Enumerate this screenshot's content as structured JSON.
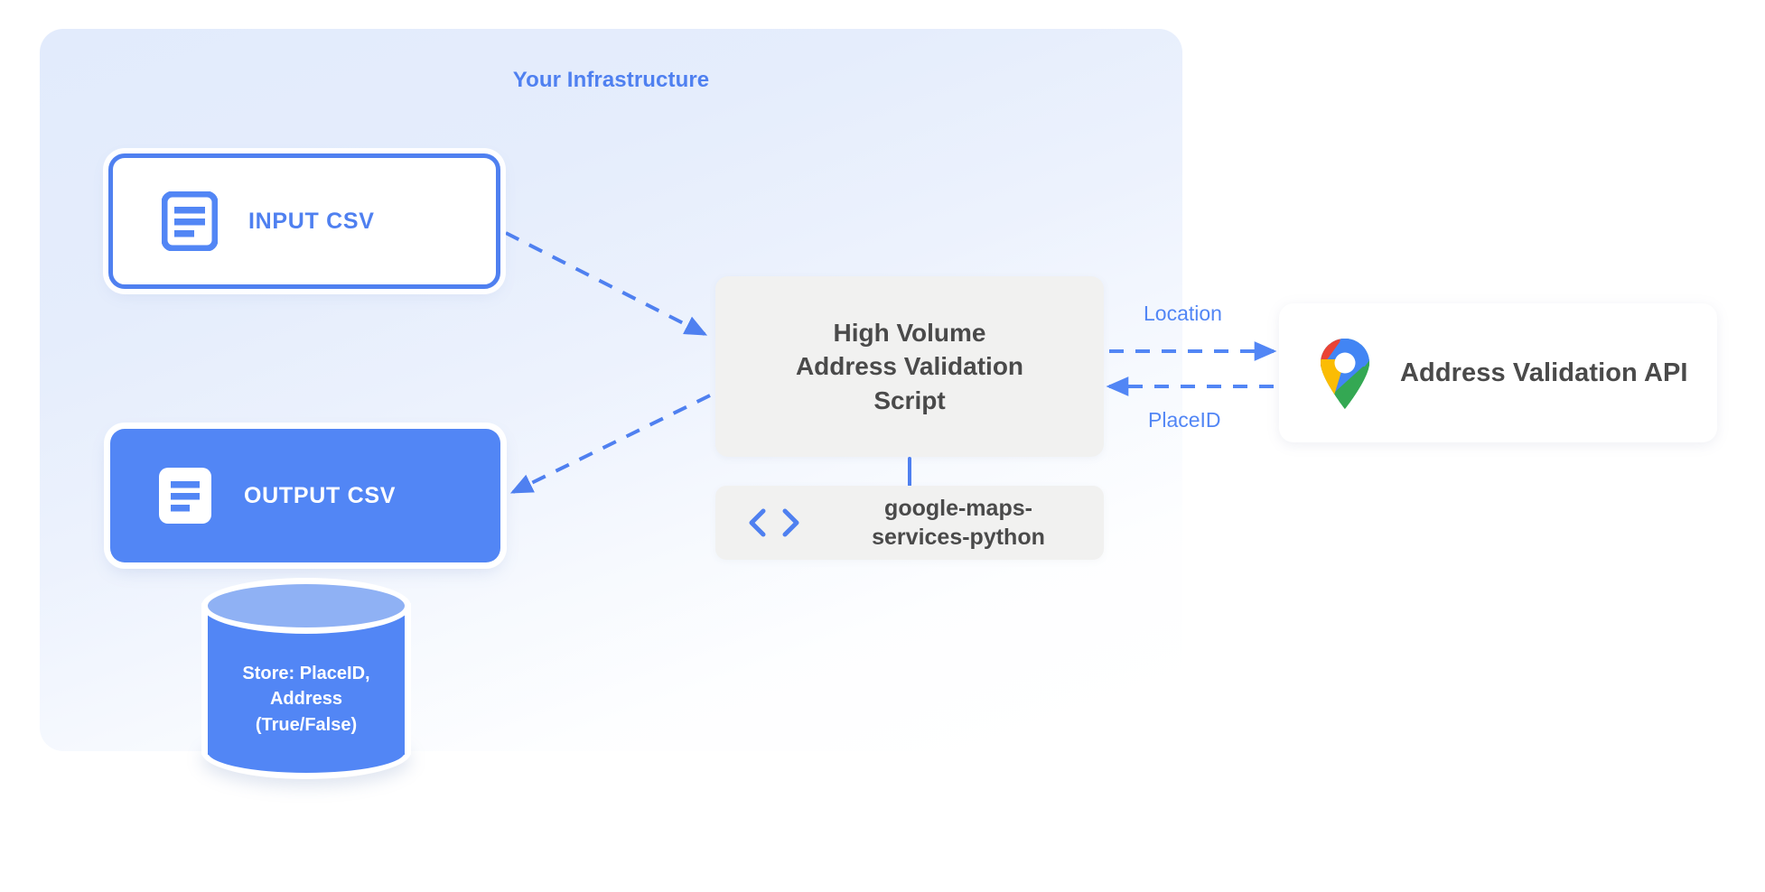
{
  "panel": {
    "title": "Your Infrastructure",
    "accent_color": "#4f80f0",
    "background_tint": "#e2ebfc"
  },
  "nodes": {
    "input_csv": {
      "label": "INPUT CSV",
      "icon": "document-icon",
      "border_color": "#4f80f0",
      "fill_color": "#ffffff",
      "text_color": "#4f80f0"
    },
    "output_csv": {
      "label": "OUTPUT CSV",
      "icon": "document-icon",
      "fill_color": "#5286f5",
      "text_color": "#ffffff"
    },
    "script": {
      "lines": [
        "High Volume",
        "Address Validation",
        "Script"
      ],
      "fill_color": "#f1f1f0",
      "text_color": "#4a4a4a"
    },
    "library": {
      "label": "google-maps-services-python",
      "line1": "google-maps-",
      "line2": "services-python",
      "icon": "code-brackets-icon",
      "fill_color": "#f1f1f0",
      "icon_color": "#4f80f0"
    },
    "api": {
      "label": "Address Validation API",
      "icon": "google-maps-pin-icon",
      "fill_color": "#ffffff",
      "text_color": "#4a4a4a"
    },
    "database": {
      "lines": [
        "Store: PlaceID,",
        "Address",
        "(True/False)"
      ],
      "fill_color": "#5286f5",
      "top_color": "#8fb1f4",
      "text_color": "#ffffff"
    }
  },
  "edges": {
    "input_to_script": {
      "style": "dashed",
      "color": "#4f80f0",
      "label": ""
    },
    "script_to_output": {
      "style": "dashed",
      "color": "#4f80f0",
      "label": ""
    },
    "script_to_api": {
      "style": "dashed",
      "color": "#5286f5",
      "label": "Location",
      "direction": "right"
    },
    "api_to_script": {
      "style": "dashed",
      "color": "#5286f5",
      "label": "PlaceID",
      "direction": "left"
    },
    "script_to_library": {
      "style": "solid",
      "color": "#4f80f0",
      "label": ""
    }
  }
}
